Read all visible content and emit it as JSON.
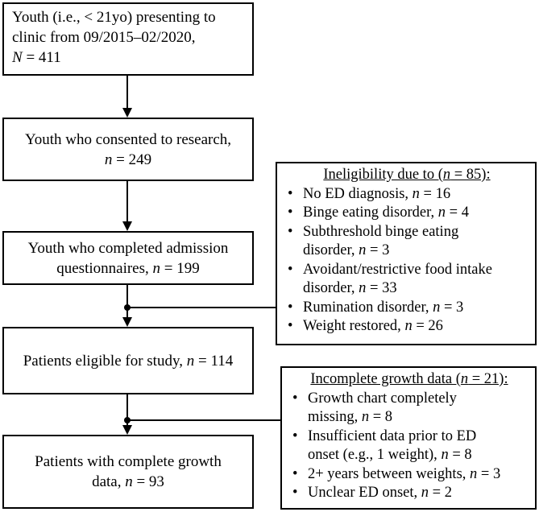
{
  "boxes": {
    "presenting": {
      "lines": [
        "Youth (i.e., < 21yo) presenting to",
        "clinic from 09/2015–02/2020,"
      ],
      "n_label": "N",
      "n_value": " = 411"
    },
    "consented": {
      "lines": [
        "Youth who consented to research,"
      ],
      "n_label": "n",
      "n_value": " = 249"
    },
    "completed": {
      "lines": [
        "Youth who completed admission",
        "questionnaires, "
      ],
      "n_label": "n",
      "n_value": " = 199"
    },
    "eligible": {
      "prefix": "Patients eligible for study, ",
      "n_label": "n",
      "n_value": " = 114"
    },
    "complete_growth": {
      "lines": [
        "Patients with complete growth",
        "data, "
      ],
      "n_label": "n",
      "n_value": " = 93"
    }
  },
  "ineligibility": {
    "heading_prefix": "Ineligibility due to (",
    "heading_n_label": "n",
    "heading_suffix": " = 85):",
    "items": [
      {
        "lines": [
          "No ED diagnosis, "
        ],
        "n_label": "n",
        "n_value": " = 16"
      },
      {
        "lines": [
          "Binge eating disorder, "
        ],
        "n_label": "n",
        "n_value": " = 4"
      },
      {
        "lines": [
          "Subthreshold binge eating",
          "disorder, "
        ],
        "n_label": "n",
        "n_value": " = 3"
      },
      {
        "lines": [
          "Avoidant/restrictive food intake",
          "disorder, "
        ],
        "n_label": "n",
        "n_value": " = 33"
      },
      {
        "lines": [
          "Rumination disorder, "
        ],
        "n_label": "n",
        "n_value": " = 3"
      },
      {
        "lines": [
          "Weight restored, "
        ],
        "n_label": "n",
        "n_value": " = 26"
      }
    ]
  },
  "incomplete": {
    "heading_prefix": "Incomplete growth data (",
    "heading_n_label": "n",
    "heading_suffix": " = 21):",
    "items": [
      {
        "lines": [
          "Growth chart completely",
          "missing, "
        ],
        "n_label": "n",
        "n_value": " = 8"
      },
      {
        "lines": [
          "Insufficient data prior to ED",
          "onset (e.g., 1 weight), "
        ],
        "n_label": "n",
        "n_value": " = 8"
      },
      {
        "lines": [
          "2+ years between weights, "
        ],
        "n_label": "n",
        "n_value": " = 3"
      },
      {
        "lines": [
          "Unclear ED onset, "
        ],
        "n_label": "n",
        "n_value": " = 2"
      }
    ]
  }
}
